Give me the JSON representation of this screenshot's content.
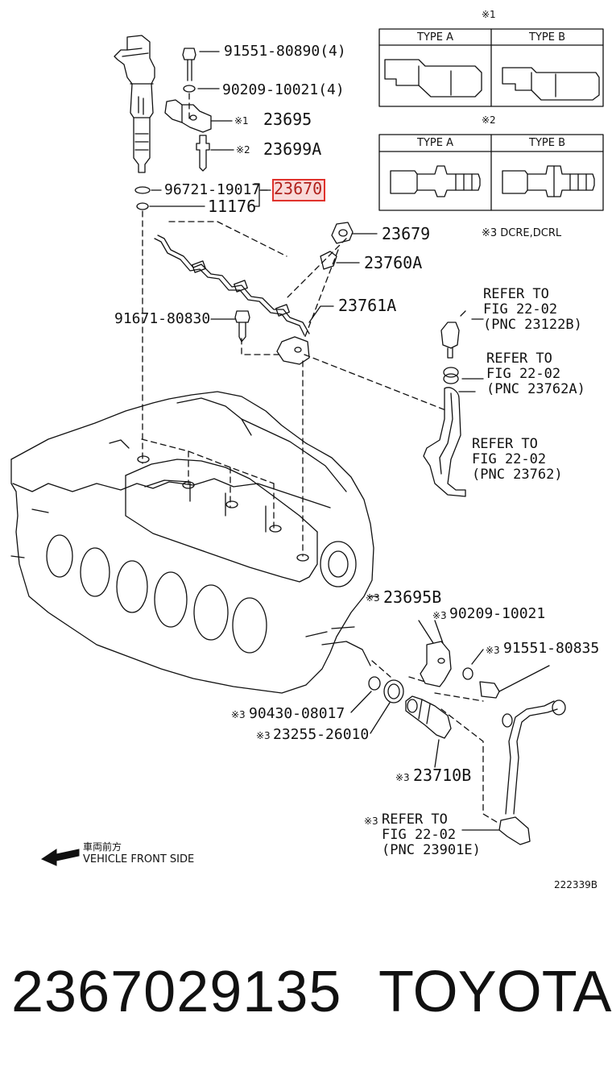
{
  "callouts": {
    "p1_part": "91551-80890(4)",
    "p2_part": "90209-10021(4)",
    "p3_mark": "※1",
    "p3_part": "23695",
    "p4_mark": "※2",
    "p4_part": "23699A",
    "p5_part": "96721-19017",
    "p6_part": "23670",
    "p7_part": "11176",
    "p8_part": "23679",
    "p9_part": "23760A",
    "p10_part": "23761A",
    "p11_part": "91671-80830",
    "p12_mark": "※3",
    "p12_part": "23695B",
    "p13_mark": "※3",
    "p13_part": "90209-10021",
    "p14_mark": "※3",
    "p14_part": "91551-80835",
    "p15_mark": "※3",
    "p15_part": "90430-08017",
    "p16_mark": "※3",
    "p16_part": "23255-26010",
    "p17_mark": "※3",
    "p17_part": "23710B"
  },
  "refs": {
    "r1_l1": "REFER TO",
    "r1_l2": "FIG 22-02",
    "r1_l3": "(PNC 23122B)",
    "r2_l1": "REFER TO",
    "r2_l2": "FIG 22-02",
    "r2_l3": "(PNC 23762A)",
    "r3_l1": "REFER TO",
    "r3_l2": "FIG 22-02",
    "r3_l3": "(PNC 23762)",
    "r4_mark": "※3",
    "r4_l1": "REFER TO",
    "r4_l2": "FIG 22-02",
    "r4_l3": "(PNC 23901E)"
  },
  "tables": {
    "t1_mark": "※1",
    "t1_col_a": "TYPE A",
    "t1_col_b": "TYPE B",
    "t2_mark": "※2",
    "t2_col_a": "TYPE A",
    "t2_col_b": "TYPE B",
    "note": "※3 DCRE,DCRL"
  },
  "direction": {
    "jp": "車両前方",
    "en": "VEHICLE FRONT SIDE"
  },
  "figure_number": "222339B",
  "footer": {
    "part_number": "2367029135",
    "brand": "TOYOTA"
  },
  "colors": {
    "line": "#111111",
    "highlight": "#e0322c"
  }
}
